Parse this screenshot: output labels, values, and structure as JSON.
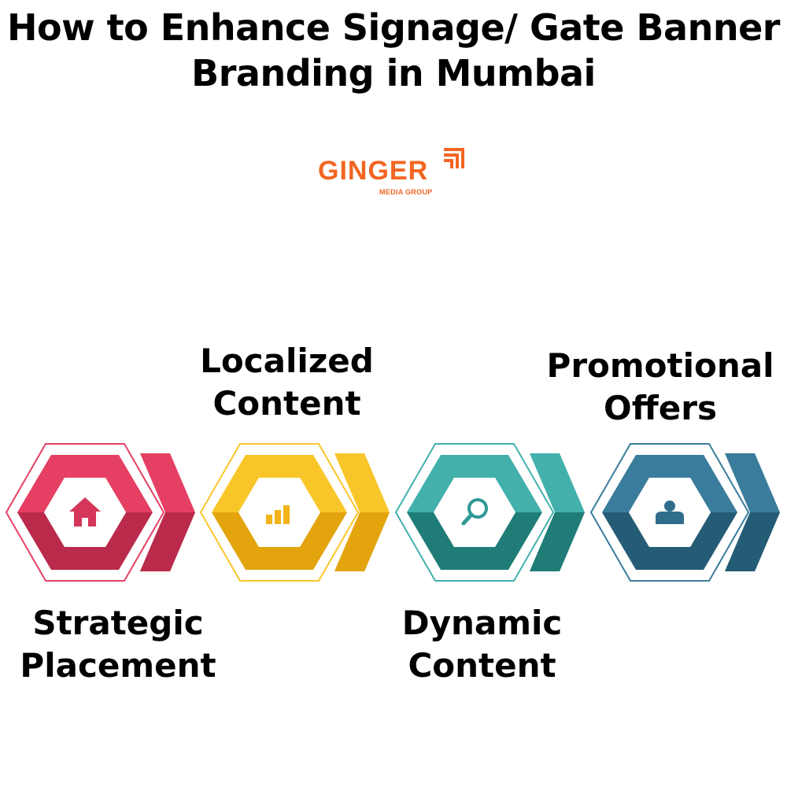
{
  "title": {
    "line1": "How to Enhance Signage/ Gate Banner",
    "line2": "Branding in Mumbai"
  },
  "logo": {
    "word": "GINGER",
    "sub": "MEDIA GROUP",
    "color": "#f26522"
  },
  "steps": [
    {
      "line1": "Strategic",
      "line2": "Placement",
      "icon": "home-icon",
      "light": "#e54064",
      "dark": "#b92a4b",
      "iconColor": "#d4375a"
    },
    {
      "line1": "Localized",
      "line2": "Content",
      "icon": "bar-chart-icon",
      "light": "#f9c62a",
      "dark": "#e3a40e",
      "iconColor": "#f2b41a"
    },
    {
      "line1": "Dynamic",
      "line2": "Content",
      "icon": "search-icon",
      "light": "#43b0ac",
      "dark": "#1f7c77",
      "iconColor": "#2f9994"
    },
    {
      "line1": "Promotional",
      "line2": "Offers",
      "icon": "user-icon",
      "light": "#3a7c9c",
      "dark": "#255c75",
      "iconColor": "#2f6d8b"
    }
  ]
}
